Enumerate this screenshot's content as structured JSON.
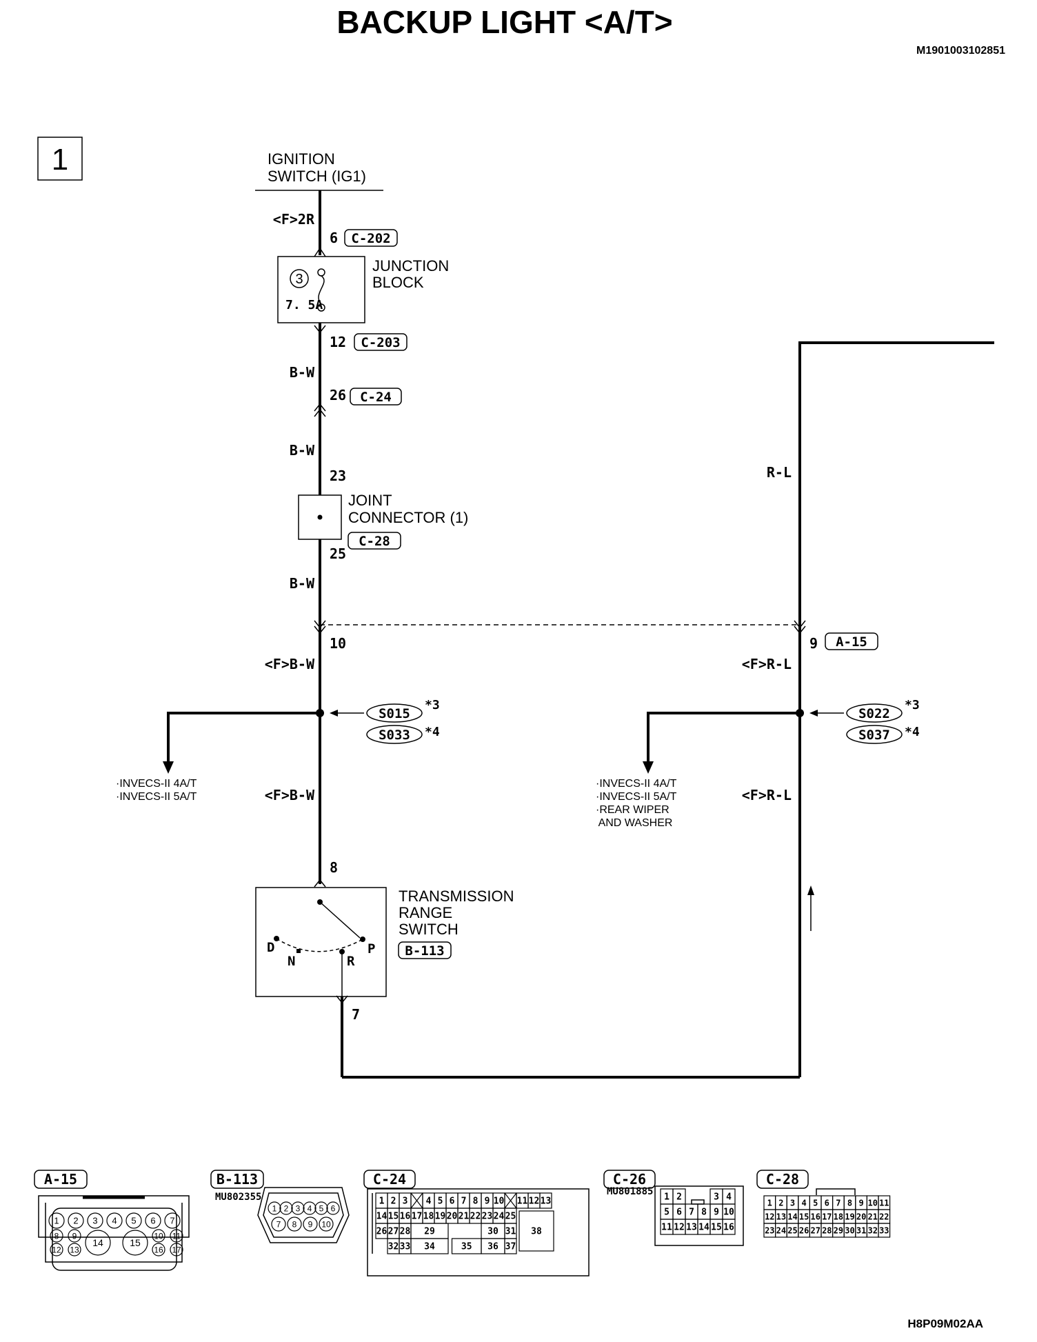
{
  "header": {
    "title": "BACKUP LIGHT <A/T>",
    "doc_id": "M1901003102851",
    "page_number": "1",
    "drawing_id": "H8P09M02AA"
  },
  "components": {
    "ignition_switch": {
      "line1": "IGNITION",
      "line2": "SWITCH (IG1)"
    },
    "junction_block": {
      "line1": "JUNCTION",
      "line2": "BLOCK",
      "fuse_number": "3",
      "fuse_rating": "7. 5A"
    },
    "joint_connector": {
      "line1": "JOINT",
      "line2": "CONNECTOR (1)",
      "connector": "C-28"
    },
    "trs": {
      "line1": "TRANSMISSION",
      "line2": "RANGE",
      "line3": "SWITCH",
      "connector": "B-113",
      "pos_d": "D",
      "pos_n": "N",
      "pos_r": "R",
      "pos_p": "P"
    }
  },
  "wires": {
    "f_2r": "<F>2R",
    "bw1": "B-W",
    "bw2": "B-W",
    "bw3": "B-W",
    "f_bw1": "<F>B-W",
    "f_bw2": "<F>B-W",
    "rl": "R-L",
    "f_rl1": "<F>R-L",
    "f_rl2": "<F>R-L"
  },
  "pins": {
    "p6": "6",
    "c202": "C-202",
    "p12": "12",
    "c203": "C-203",
    "p26": "26",
    "c24": "C-24",
    "p23": "23",
    "p25": "25",
    "p10": "10",
    "p9": "9",
    "a15": "A-15",
    "p8": "8",
    "p7": "7"
  },
  "splices": {
    "s015": "S015",
    "s033": "S033",
    "s022": "S022",
    "s037": "S037",
    "note3": "*3",
    "note4": "*4"
  },
  "branches": {
    "left": [
      "·INVECS-II 4A/T",
      "·INVECS-II 5A/T"
    ],
    "right": [
      "·INVECS-II 4A/T",
      "·INVECS-II 5A/T",
      "·REAR WIPER",
      " AND WASHER"
    ]
  },
  "connector_views": {
    "a15": {
      "label": "A-15"
    },
    "b113": {
      "label": "B-113",
      "part": "MU802355"
    },
    "c24": {
      "label": "C-24"
    },
    "c26": {
      "label": "C-26",
      "part": "MU801885"
    },
    "c28": {
      "label": "C-28"
    }
  }
}
